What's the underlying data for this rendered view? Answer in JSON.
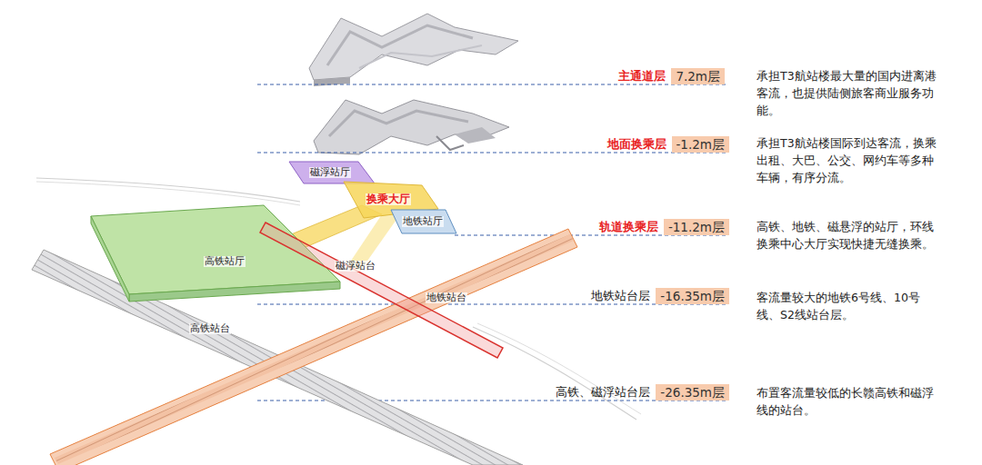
{
  "diagram": {
    "nodes": [
      {
        "text": [
          "7.2m层"
        ]
      },
      {
        "text": [
          "-1.2m层"
        ]
      },
      {
        "text": [
          "磁浮站厅"
        ]
      },
      {
        "text": [
          "换乘大厅"
        ]
      },
      {
        "text": [
          "地铁站厅"
        ]
      },
      {
        "text": [
          "-11.2m层"
        ]
      },
      {
        "text": [
          "高铁站厅"
        ]
      },
      {
        "text": [
          "磁浮站台"
        ]
      },
      {
        "text": [
          "地铁站台"
        ]
      },
      {
        "text": [
          "-16.35m层"
        ]
      },
      {
        "text": [
          "高铁站台"
        ]
      },
      {
        "text": [
          "-26.35m层"
        ]
      }
    ],
    "labels": [
      "主通道层",
      "承担T3航站楼最大量的国内进离港客流，也提供陆侧旅客商业服务功能。",
      "地面换乘层",
      "承担T3航站楼国际到达客流，换乘出租、大巴、公交、网约车等多种车辆，有序分流。",
      "轨道换乘层",
      "高铁、地铁、磁悬浮的站厅，环线换乘中心大厅实现快捷无缝换乘。",
      "地铁站台层",
      "客流量较大的地铁6号线、10号线、S2线站台层。",
      "高铁、磁浮站台层",
      "布置客流量较低的长赣高铁和磁浮线的站台。"
    ]
  }
}
